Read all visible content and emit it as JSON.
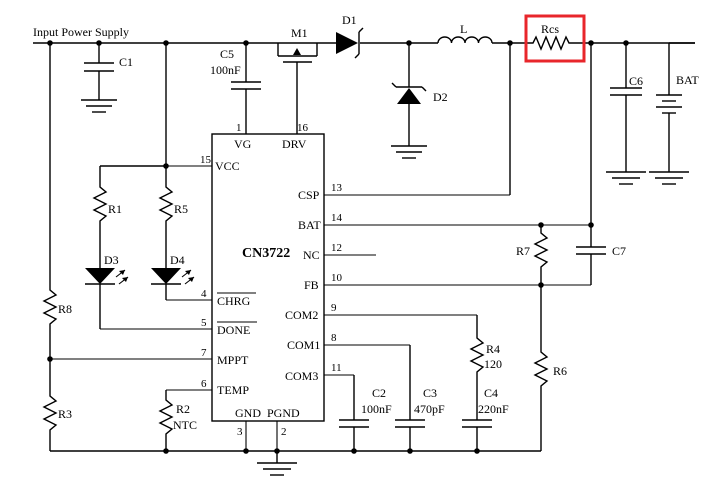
{
  "supply_label": "Input Power Supply",
  "ic": {
    "name": "CN3722",
    "pins": {
      "vg": {
        "num": "1",
        "label": "VG"
      },
      "drv": {
        "num": "16",
        "label": "DRV"
      },
      "vcc": {
        "num": "15",
        "label": "VCC"
      },
      "chrg": {
        "num": "4",
        "label": "CHRG"
      },
      "done": {
        "num": "5",
        "label": "DONE"
      },
      "mppt": {
        "num": "7",
        "label": "MPPT"
      },
      "temp": {
        "num": "6",
        "label": "TEMP"
      },
      "gnd": {
        "num": "3",
        "label": "GND"
      },
      "pgnd": {
        "num": "2",
        "label": "PGND"
      },
      "csp": {
        "num": "13",
        "label": "CSP"
      },
      "bat": {
        "num": "14",
        "label": "BAT"
      },
      "nc": {
        "num": "12",
        "label": "NC"
      },
      "fb": {
        "num": "10",
        "label": "FB"
      },
      "com2": {
        "num": "9",
        "label": "COM2"
      },
      "com1": {
        "num": "8",
        "label": "COM1"
      },
      "com3": {
        "num": "11",
        "label": "COM3"
      }
    }
  },
  "components": {
    "c1": "C1",
    "c5": "C5",
    "c5_value": "100nF",
    "m1": "M1",
    "d1": "D1",
    "l": "L",
    "rcs": "Rcs",
    "c6": "C6",
    "bat": "BAT",
    "d2": "D2",
    "r1": "R1",
    "r5": "R5",
    "d3": "D3",
    "d4": "D4",
    "r8": "R8",
    "r3": "R3",
    "r2": "R2",
    "ntc": "NTC",
    "r7": "R7",
    "c7": "C7",
    "r6": "R6",
    "r4": "R4",
    "r4_value": "120",
    "c2": "C2",
    "c2_value": "100nF",
    "c3": "C3",
    "c3_value": "470pF",
    "c4": "C4",
    "c4_value": "220nF"
  },
  "highlight_color": "#e8262b"
}
